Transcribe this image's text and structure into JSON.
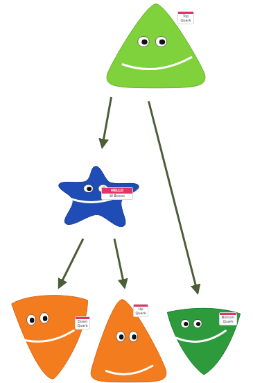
{
  "diagram": {
    "nodes": [
      {
        "text": [
          "Top Quark"
        ]
      },
      {
        "text": [
          "HELLO",
          "W Boson"
        ]
      },
      {
        "text": [
          "Down Quark"
        ]
      },
      {
        "text": [
          "Up Quark"
        ]
      },
      {
        "text": [
          "Bottom Quark"
        ]
      }
    ],
    "edges": [
      {
        "from": 0,
        "to": 1,
        "arrow": "to"
      },
      {
        "from": 1,
        "to": 2,
        "arrow": "to"
      },
      {
        "from": 1,
        "to": 3,
        "arrow": "to"
      },
      {
        "from": 0,
        "to": 4,
        "arrow": "to"
      }
    ]
  }
}
